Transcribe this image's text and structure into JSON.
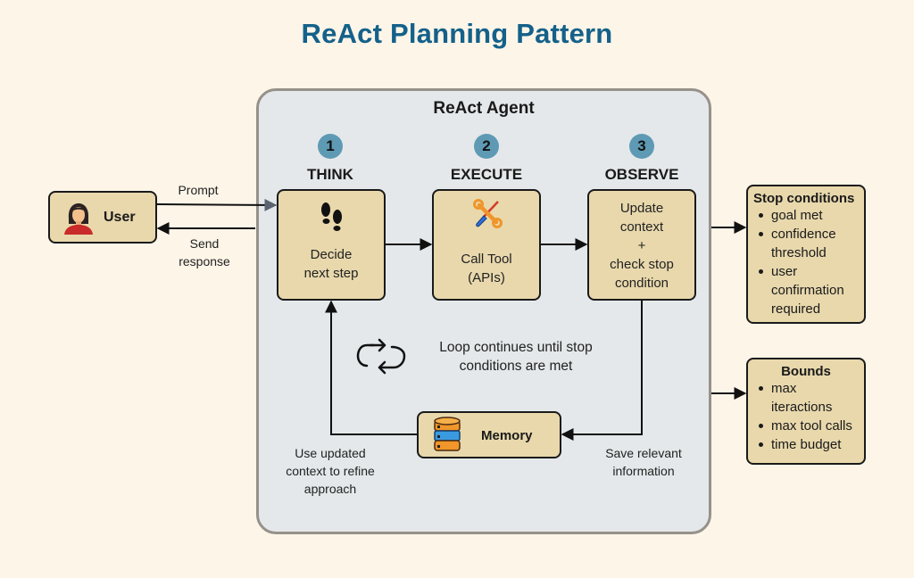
{
  "title": "ReAct Planning Pattern",
  "user": {
    "label": "User",
    "icon": "user-avatar-icon"
  },
  "edges": {
    "prompt": "Prompt",
    "send_response_line1": "Send",
    "send_response_line2": "response",
    "use_updated_line1": "Use updated",
    "use_updated_line2": "context to refine",
    "use_updated_line3": "approach",
    "save_relevant_line1": "Save relevant",
    "save_relevant_line2": "information"
  },
  "agent": {
    "title": "ReAct Agent",
    "steps": [
      {
        "number": "1",
        "label": "THINK",
        "icon": "footprints-icon",
        "text_lines": [
          "Decide",
          "next step"
        ]
      },
      {
        "number": "2",
        "label": "EXECUTE",
        "icon": "tools-icon",
        "text_lines": [
          "Call Tool",
          "(APIs)"
        ]
      },
      {
        "number": "3",
        "label": "OBSERVE",
        "icon": "",
        "text_lines": [
          "Update",
          "context",
          "+",
          "check stop",
          "condition"
        ]
      }
    ],
    "loop": {
      "icon": "loop-arrows-icon",
      "line1": "Loop continues until stop",
      "line2": "conditions are met"
    },
    "memory": {
      "label": "Memory",
      "icon": "database-icon"
    }
  },
  "stop_conditions": {
    "title": "Stop conditions",
    "items": [
      [
        "goal met"
      ],
      [
        "confidence",
        "threshold"
      ],
      [
        "user",
        "confirmation",
        "required"
      ]
    ]
  },
  "bounds": {
    "title": "Bounds",
    "items": [
      [
        "max",
        "iteractions"
      ],
      [
        "max tool calls"
      ],
      [
        "time budget"
      ]
    ]
  },
  "colors": {
    "title": "#14618a",
    "background": "#fdf5e8",
    "agent_panel": "#e4e8ea",
    "box_fill": "#e8d8ac",
    "step_badge": "#5e9ab4"
  }
}
